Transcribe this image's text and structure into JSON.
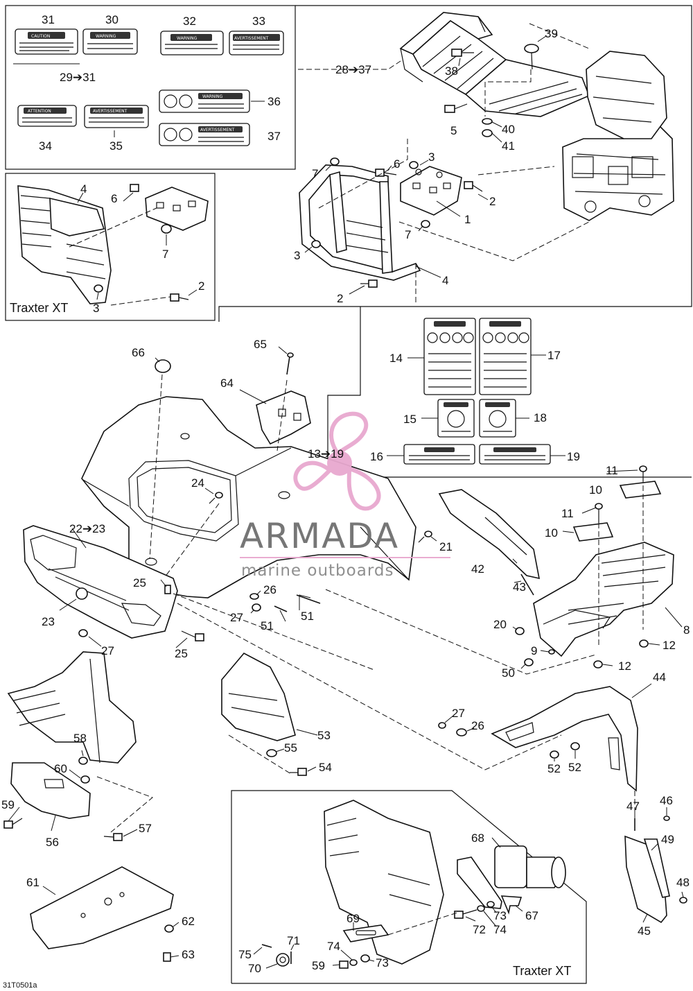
{
  "diagram_code": "31T0501a",
  "inset_labels": {
    "top_left": "Traxter XT",
    "bottom": "Traxter XT"
  },
  "range_labels": {
    "decals_top": "29➔31",
    "rack": "28➔37",
    "decals_mid": "13➔19",
    "bumper": "22➔23"
  },
  "watermark": {
    "brand": "ARMADA",
    "tagline": "marine outboards",
    "accent_color": "#e8a8cf"
  },
  "callouts": {
    "c1": "1",
    "c2a": "2",
    "c2b": "2",
    "c2c": "2",
    "c3a": "3",
    "c3b": "3",
    "c3c": "3",
    "c4a": "4",
    "c4b": "4",
    "c5": "5",
    "c6a": "6",
    "c6b": "6",
    "c7a": "7",
    "c7b": "7",
    "c7c": "7",
    "c8": "8",
    "c9": "9",
    "c10a": "10",
    "c10b": "10",
    "c11a": "11",
    "c11b": "11",
    "c12a": "12",
    "c12b": "12",
    "c14": "14",
    "c15": "15",
    "c16": "16",
    "c17": "17",
    "c18": "18",
    "c19": "19",
    "c20": "20",
    "c21": "21",
    "c23": "23",
    "c24": "24",
    "c25a": "25",
    "c25b": "25",
    "c26a": "26",
    "c26b": "26",
    "c27a": "27",
    "c27b": "27",
    "c27c": "27",
    "c30": "30",
    "c31": "31",
    "c32": "32",
    "c33": "33",
    "c34": "34",
    "c35": "35",
    "c36": "36",
    "c37": "37",
    "c38": "38",
    "c39": "39",
    "c40": "40",
    "c41": "41",
    "c42": "42",
    "c43": "43",
    "c44": "44",
    "c45": "45",
    "c46": "46",
    "c47": "47",
    "c48": "48",
    "c49": "49",
    "c50": "50",
    "c51a": "51",
    "c51b": "51",
    "c52a": "52",
    "c52b": "52",
    "c53": "53",
    "c54": "54",
    "c55": "55",
    "c56": "56",
    "c57": "57",
    "c58": "58",
    "c59a": "59",
    "c59b": "59",
    "c60": "60",
    "c61": "61",
    "c62": "62",
    "c63": "63",
    "c64": "64",
    "c65": "65",
    "c66": "66",
    "c67": "67",
    "c68": "68",
    "c69": "69",
    "c70": "70",
    "c71": "71",
    "c72": "72",
    "c73a": "73",
    "c73b": "73",
    "c74a": "74",
    "c74b": "74",
    "c75": "75"
  },
  "decal_headings": {
    "caution": "CAUTION",
    "warning": "WARNING",
    "avertissement": "AVERTISSEMENT",
    "attention": "ATTENTION"
  }
}
